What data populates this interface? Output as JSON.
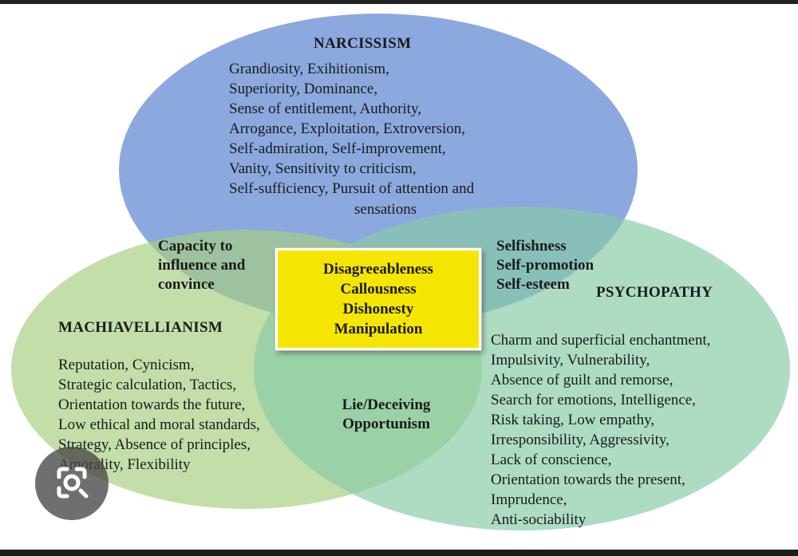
{
  "narcissism": {
    "title": "NARCISSISM",
    "lines": [
      "Grandiosity,  Exihitionism,",
      "Superiority,  Dominance,",
      "Sense of entitlement,  Authority,",
      "Arrogance, Exploitation, Extroversion,",
      "Self-admiration,  Self-improvement,",
      "Vanity, Sensitivity to criticism,",
      "Self-sufficiency,  Pursuit of attention and"
    ],
    "last_line": "sensations"
  },
  "machiavellianism": {
    "title": "MACHIAVELLIANISM",
    "lines": [
      "Reputation,  Cynicism,",
      "Strategic calculation, Tactics,",
      "Orientation towards the future,",
      "Low ethical and moral standards,",
      "Strategy, Absence of principles,",
      "Amorality, Flexibility"
    ]
  },
  "psychopathy": {
    "title": "PSYCHOPATHY",
    "lines": [
      "Charm and superficial enchantment,",
      "Impulsivity,  Vulnerability,",
      "Absence of guilt and remorse,",
      "Search for emotions, Intelligence,",
      "Risk taking, Low empathy,",
      "Irresponsibility,  Aggressivity,",
      "Lack of conscience,",
      "Orientation towards the present,",
      "Imprudence,",
      "Anti-sociability"
    ]
  },
  "overlaps": {
    "narc_mach": [
      "Capacity to",
      "influence and",
      "convince"
    ],
    "narc_psych": [
      "Selfishness",
      "Self-promotion",
      "Self-esteem"
    ],
    "mach_psych": [
      "Lie/Deceiving",
      "Opportunism"
    ],
    "center": [
      "Disagreeableness",
      "Callousness",
      "Dishonesty",
      "Manipulation"
    ]
  },
  "colors": {
    "narcissism": "#7f9fdc",
    "machiavellianism": "#a9cf86",
    "psychopathy": "#8dcdab",
    "center_box": "#f4e600"
  },
  "overlay_icon": "image-search-icon"
}
